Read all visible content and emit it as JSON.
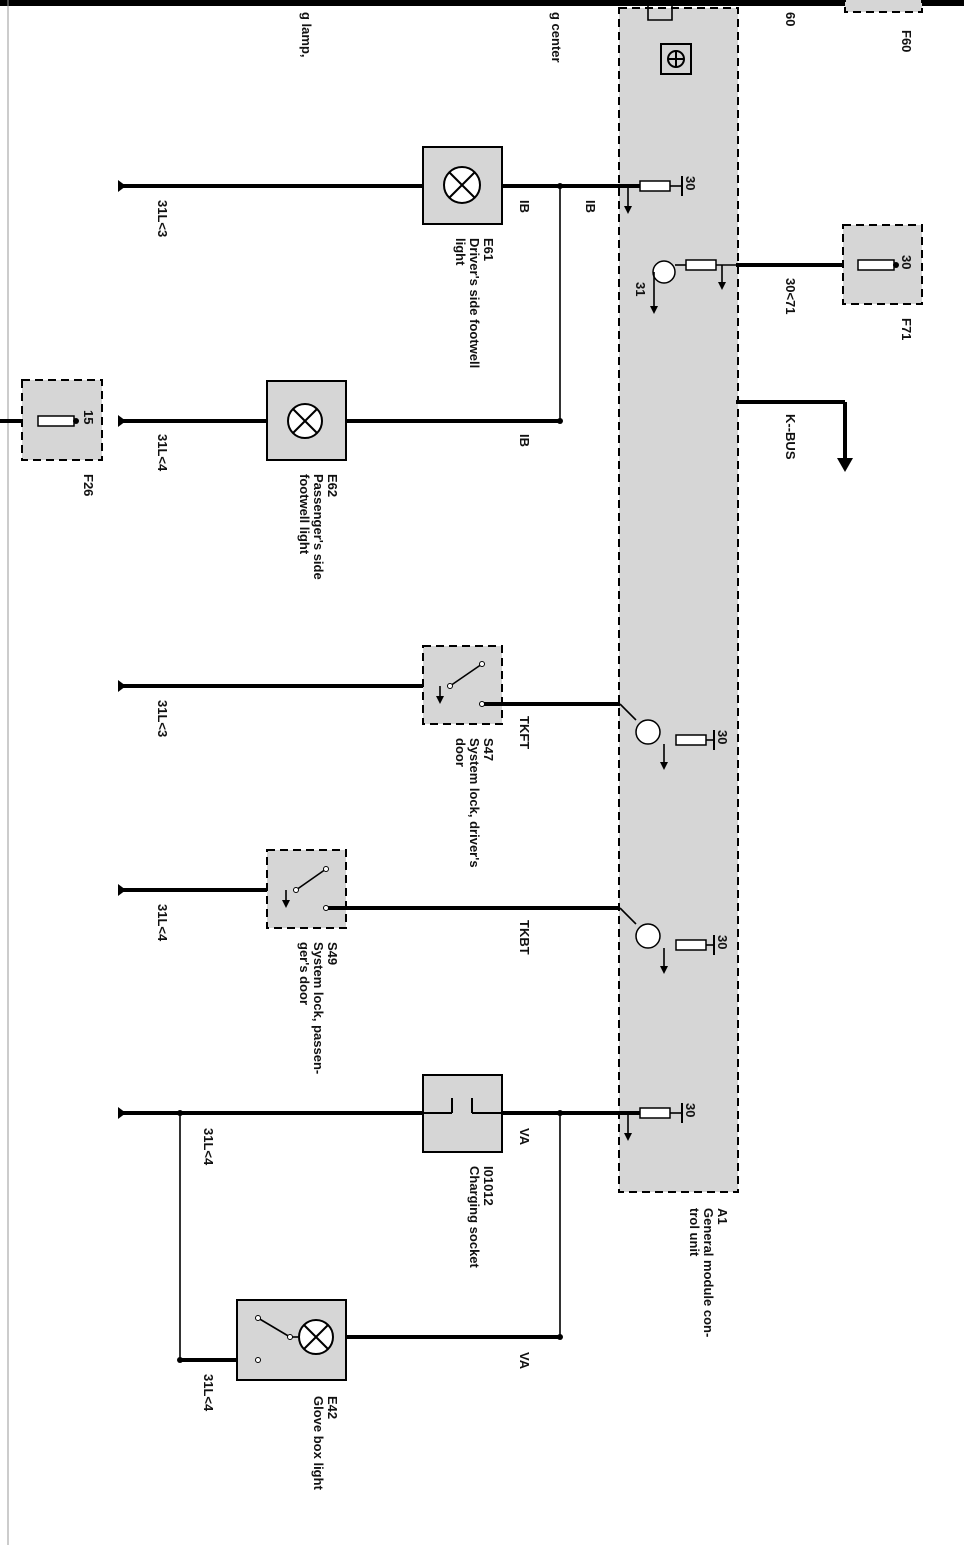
{
  "top_labels": {
    "lamp_fragment": "g lamp,",
    "center_fragment": "g center",
    "f60_fragment": "60",
    "f60": "F60"
  },
  "module": {
    "id": "A1",
    "name_line1": "General module con-",
    "name_line2": "trol unit",
    "terminals": [
      "30",
      "31",
      "30",
      "30",
      "30"
    ]
  },
  "fuses": {
    "f71": {
      "id": "F71",
      "terminal": "30",
      "wire": "30<71"
    },
    "f26": {
      "id": "F26",
      "terminal": "15"
    }
  },
  "kbus": "K--BUS",
  "components": {
    "e61": {
      "id": "E61",
      "line1": "Driver's side footwell",
      "line2": "light",
      "signal": "IB",
      "signal2": "IB",
      "ground": "31L<3"
    },
    "e62": {
      "id": "E62",
      "line1": "Passenger's side",
      "line2": "footwell light",
      "signal": "IB",
      "ground": "31L<4"
    },
    "s47": {
      "id": "S47",
      "line1": "System lock, driver's",
      "line2": "door",
      "signal": "TKFT",
      "ground": "31L<3"
    },
    "s49": {
      "id": "S49",
      "line1": "System lock, passen-",
      "line2": "ger's door",
      "signal": "TKBT",
      "ground": "31L<4"
    },
    "i01012": {
      "id": "I01012",
      "line1": "Charging socket",
      "signal": "VA",
      "ground": "31L<4"
    },
    "e42": {
      "id": "E42",
      "line1": "Glove box light",
      "signal": "VA",
      "ground": "31L<4"
    }
  }
}
